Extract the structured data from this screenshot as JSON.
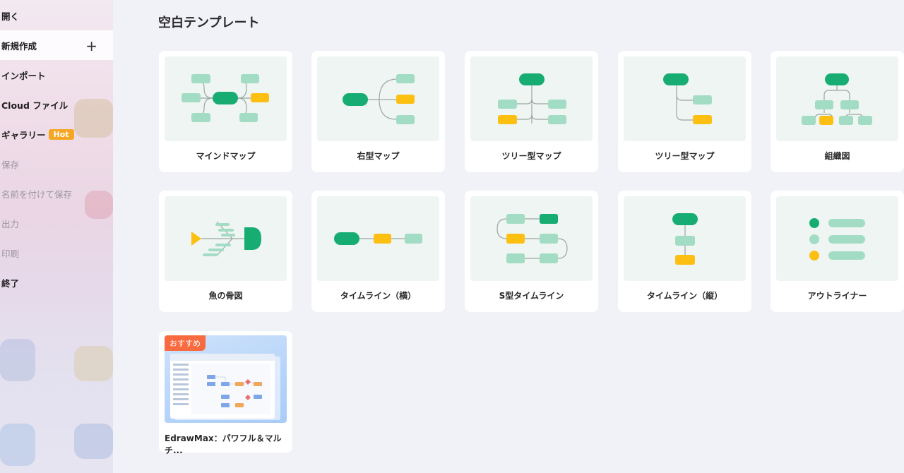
{
  "sidebar": {
    "items": [
      {
        "label": "開く",
        "state": "normal"
      },
      {
        "label": "新規作成",
        "state": "active",
        "action_icon": "plus-icon"
      },
      {
        "label": "インポート",
        "state": "normal"
      },
      {
        "label": "Cloud ファイル",
        "state": "normal"
      },
      {
        "label": "ギャラリー",
        "state": "normal",
        "badge": "Hot"
      },
      {
        "label": "保存",
        "state": "disabled"
      },
      {
        "label": "名前を付けて保存",
        "state": "disabled"
      },
      {
        "label": "出力",
        "state": "disabled"
      },
      {
        "label": "印刷",
        "state": "disabled"
      },
      {
        "label": "終了",
        "state": "normal"
      }
    ]
  },
  "main": {
    "section_title": "空白テンプレート",
    "templates": [
      {
        "label": "マインドマップ"
      },
      {
        "label": "右型マップ"
      },
      {
        "label": "ツリー型マップ"
      },
      {
        "label": "ツリー型マップ"
      },
      {
        "label": "組織図"
      },
      {
        "label": "魚の骨図"
      },
      {
        "label": "タイムライン（横）"
      },
      {
        "label": "S型タイムライン"
      },
      {
        "label": "タイムライン（縦）"
      },
      {
        "label": "アウトライナー"
      }
    ],
    "promo": {
      "tag": "おすすめ",
      "label": "EdrawMax：パワフル＆マルチ..."
    }
  },
  "colors": {
    "node_dark": "#17ad72",
    "node_light": "#a3dcc4",
    "node_yellow": "#fdbf12",
    "connector": "#9aa7a1",
    "hot_badge": "#f5a623",
    "reco_tag": "#f86a3f"
  }
}
